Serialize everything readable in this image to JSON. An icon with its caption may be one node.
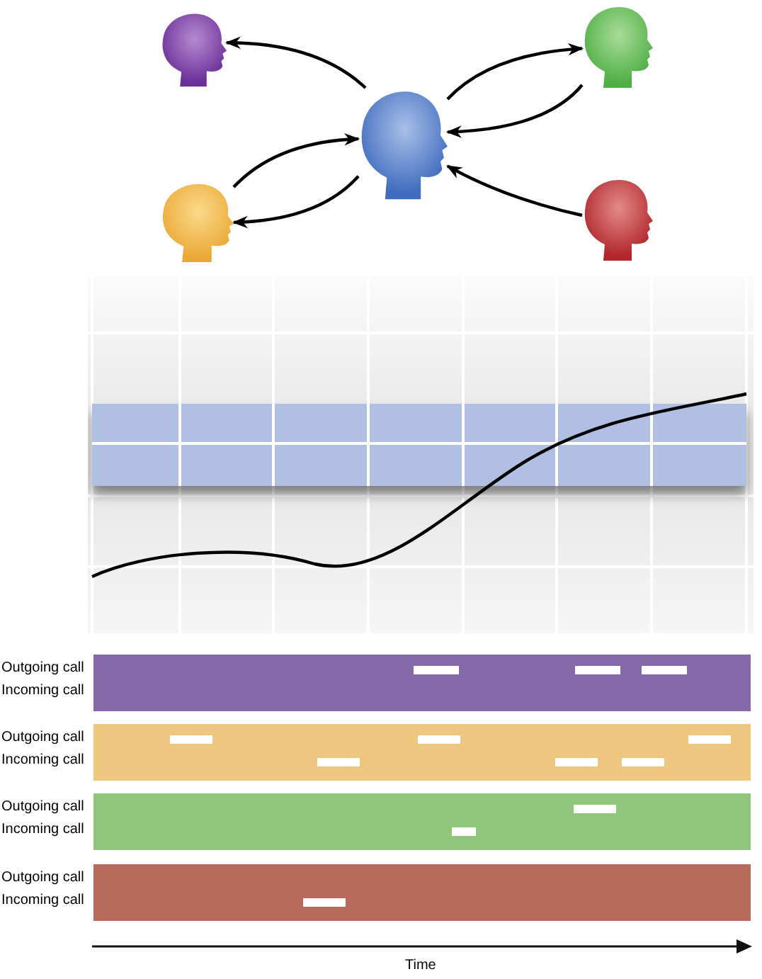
{
  "diagram": {
    "nodes": [
      {
        "text": [],
        "shape": "person"
      },
      {
        "text": [],
        "shape": "person"
      },
      {
        "text": [],
        "shape": "person"
      },
      {
        "text": [],
        "shape": "person"
      },
      {
        "text": [],
        "shape": "person"
      }
    ],
    "edges": [
      {
        "from": 2,
        "to": 0,
        "arrow": "to"
      },
      {
        "from": 2,
        "to": 1,
        "arrow": "to"
      },
      {
        "from": 1,
        "to": 2,
        "arrow": "to"
      },
      {
        "from": 3,
        "to": 2,
        "arrow": "to"
      },
      {
        "from": 2,
        "to": 3,
        "arrow": "to"
      },
      {
        "from": 4,
        "to": 2,
        "arrow": "to"
      }
    ],
    "labels": [
      "Outgoing call",
      "Incoming call",
      "Outgoing call",
      "Incoming call",
      "Outgoing call",
      "Incoming call",
      "Outgoing call",
      "Incoming call",
      "Time"
    ]
  }
}
